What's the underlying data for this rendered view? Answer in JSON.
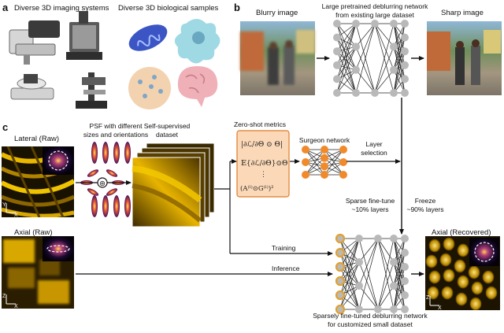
{
  "panel_a": {
    "label": "a",
    "title_systems": "Diverse 3D imaging systems",
    "title_samples": "Diverse 3D biological samples"
  },
  "panel_b": {
    "label": "b",
    "blurry_label": "Blurry image",
    "network_caption_line1": "Large pretrained deblurring network",
    "network_caption_line2": "from existing large dataset",
    "sharp_label": "Sharp image"
  },
  "panel_c": {
    "label": "c",
    "lateral_label": "Lateral (Raw)",
    "psf_label_line1": "PSF with different",
    "psf_label_line2": "sizes and orientations",
    "dataset_label_line1": "Self-supervised",
    "dataset_label_line2": "dataset",
    "zeroshot_label": "Zero-shot metrics",
    "surgeon_label": "Surgeon network",
    "layer_selection_line1": "Layer",
    "layer_selection_line2": "selection",
    "sparse_line1": "Sparse fine-tune",
    "sparse_line2": "~10% layers",
    "freeze_line1": "Freeze",
    "freeze_line2": "~90% layers",
    "axial_raw_label": "Axial (Raw)",
    "axial_recovered_label": "Axial (Recovered)",
    "training_label": "Training",
    "inference_label": "Inference",
    "final_caption_line1": "Sparsely fine-tuned deblurring network",
    "final_caption_line2": "for customized small dataset",
    "axis_y": "Y",
    "axis_x": "X",
    "axis_z": "Z",
    "operator_symbol": "⊛"
  },
  "colors": {
    "node_gray": "#b9b9b9",
    "node_orange": "#f08a2a",
    "metric_box": "#fbd9b8",
    "highlight_ring": "#e0a030",
    "microscopy_gold": "#e6b800",
    "psf_purple": "#5b1a6e"
  },
  "icons": [
    "microscope-icon",
    "mitochondrion-icon",
    "cell-icon",
    "brain-icon",
    "convolution-icon"
  ]
}
